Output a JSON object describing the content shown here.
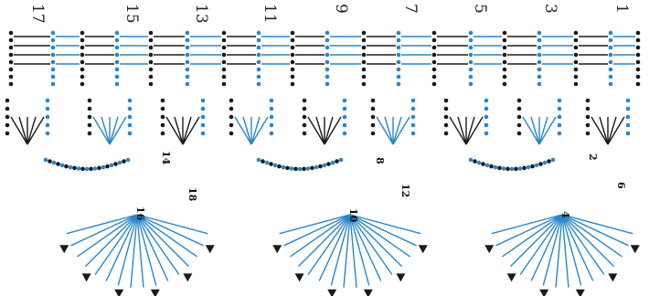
{
  "diagram": {
    "row_numbers": [
      "17",
      "15",
      "13",
      "11",
      "9",
      "7",
      "5",
      "3",
      "1"
    ],
    "inner_labels": [
      "14",
      "16",
      "18",
      "8",
      "10",
      "12",
      "2",
      "4",
      "6"
    ],
    "colors": {
      "dark": "#1a1a1a",
      "accent": "#2a86c9"
    },
    "symbols": [
      "double-crochet-stitch",
      "chain-stitch",
      "arrow-marker"
    ]
  }
}
